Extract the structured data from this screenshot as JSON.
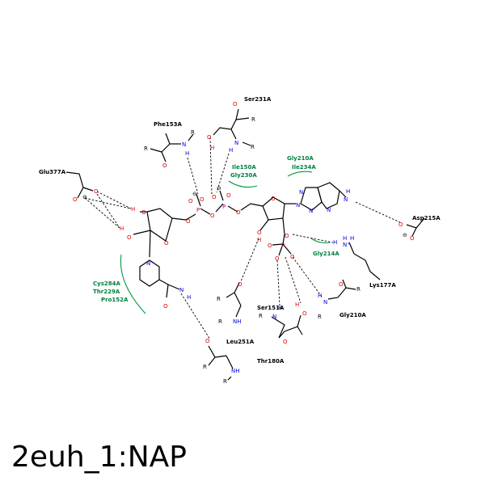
{
  "title": "2euh_1:NAP",
  "residues": {
    "ser231a": "Ser231A",
    "phe153a": "Phe153A",
    "glu377a": "Glu377A",
    "asp215a": "Asp215A",
    "lys177a": "Lys177A",
    "gly210a_bottom": "Gly210A",
    "ser151a": "Ser151A",
    "thr180a": "Thr180A",
    "leu251a": "Leu251A"
  },
  "hydrophobic": {
    "ile150a": "Ile150A",
    "gly230a": "Gly230A",
    "gly210a_top": "Gly210A",
    "ile234a": "Ile234A",
    "gly214a": "Gly214A",
    "cys284a": "Cys284A",
    "thr229a": "Thr229A",
    "pro152a": "Pro152A"
  },
  "atoms": {
    "O": "O",
    "N": "N",
    "H": "H",
    "P": "P",
    "R": "R",
    "NH": "NH",
    "HN": "HN",
    "N_plus": "N⁺",
    "H_sup": "H",
    "minus": "⊖"
  },
  "colors": {
    "oxygen": "#e00000",
    "nitrogen": "#0000e0",
    "phosphorus": "#c0007a",
    "hydrophobic": "#009a44"
  }
}
